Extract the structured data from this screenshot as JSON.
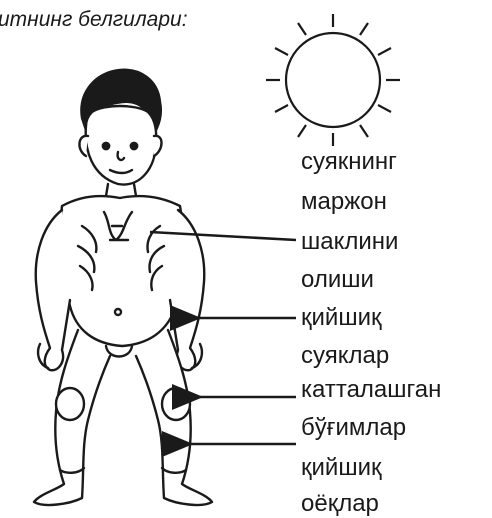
{
  "title": "итнинг белгилари:",
  "labels": [
    "суякнинг",
    "маржон",
    "шаклини",
    "олиши",
    "қийшиқ",
    "суяклар",
    "катталашган",
    "бўғимлар",
    "қийшиқ",
    "оёқлар"
  ],
  "colors": {
    "ink": "#1a1a1a",
    "background": "#ffffff"
  },
  "icons": [
    "sun-icon",
    "child-figure",
    "pointer-arrow"
  ]
}
